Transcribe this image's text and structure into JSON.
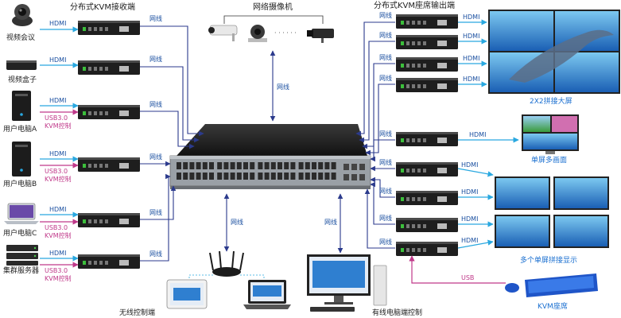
{
  "titles": {
    "receivers": "分布式KVM接收端",
    "cameras": "网络摄像机",
    "outputs": "分布式KVM座席输出端"
  },
  "sources": [
    {
      "name": "视频会议",
      "link": "HDMI",
      "usb": ""
    },
    {
      "name": "视频盒子",
      "link": "HDMI",
      "usb": ""
    },
    {
      "name": "用户电脑A",
      "link": "HDMI",
      "usb": "USB3.0",
      "ctrl": "KVM控制"
    },
    {
      "name": "用户电脑B",
      "link": "HDMI",
      "usb": "USB3.0",
      "ctrl": "KVM控制"
    },
    {
      "name": "用户电脑C",
      "link": "HDMI",
      "usb": "USB3.0",
      "ctrl": "KVM控制"
    },
    {
      "name": "集群服务器",
      "link": "HDMI",
      "usb": "USB3.0",
      "ctrl": "KVM控制"
    }
  ],
  "net_label": "网线",
  "hdmi_label": "HDMI",
  "usb_label": "USB",
  "camera_dots": "· · · · · ·",
  "outputs": {
    "wall_2x2": "2X2拼接大屏",
    "single_multi": "单屏多画面",
    "multi_single": "多个单屏拼接显示",
    "kvm_seat": "KVM座席"
  },
  "bottom": {
    "wireless": "无线控制端",
    "wired": "有线电脑端控制"
  },
  "colors": {
    "hdmi_line": "#29a8e0",
    "net_line": "#2b3a8c",
    "usb_line": "#c0398a",
    "label_blue": "#1a4fa0",
    "title_black": "#222222",
    "screen_blue": "#2f7fd0"
  }
}
